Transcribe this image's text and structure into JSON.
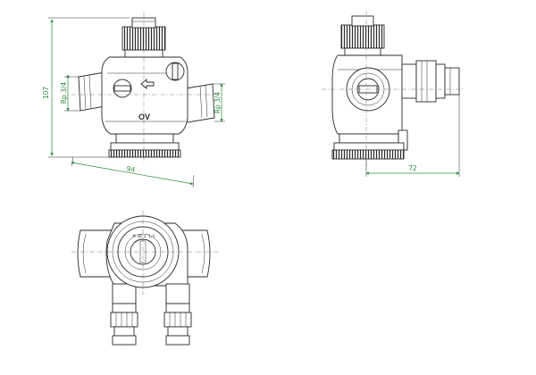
{
  "dimensions": {
    "height": "107",
    "width_front": "94",
    "port_left": "Rp 3/4",
    "port_right": "Rp 3/4",
    "depth_side": "72"
  },
  "markings": {
    "body_label": "OV",
    "top_marking": "M 30 x 1,5"
  },
  "colors": {
    "outline": "#2a2a2a",
    "dimension": "#2e8b3a"
  }
}
